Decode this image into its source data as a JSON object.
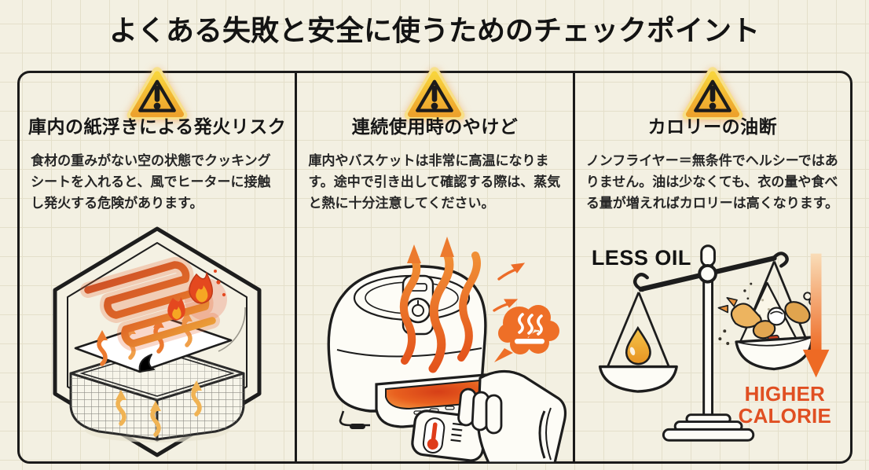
{
  "title": "よくある失敗と安全に使うためのチェックポイント",
  "panels": [
    {
      "id": "paper-fire-risk",
      "icon": "warning-triangle-icon",
      "heading": "庫内の紙浮きによる発火リスク",
      "body": "食材の重みがない空の状態でクッキングシートを入れると、風でヒーターに接触し発火する危険があります。",
      "illustration": "heater-coil-ignites-floating-cooking-sheet-above-mesh-basket"
    },
    {
      "id": "continuous-use-burn",
      "icon": "warning-triangle-icon",
      "heading": "連続使用時のやけど",
      "body": "庫内やバスケットは非常に高温になります。途中で引き出して確認する際は、蒸気と熱に十分注意してください。",
      "illustration": "hand-pulling-hot-air-fryer-basket-with-steam"
    },
    {
      "id": "calorie-caution",
      "icon": "warning-triangle-icon",
      "heading": "カロリーの油断",
      "body": "ノンフライヤー＝無条件でヘルシーではありません。油は少なくても、衣の量や食べる量が増えればカロリーは高くなります。",
      "illustration": "balance-scale-oil-drop-vs-fried-food-bowl",
      "labels": {
        "less_oil": "LESS OIL",
        "higher_calorie": "HIGHER CALORIE"
      }
    }
  ],
  "colors": {
    "paper": "#f3f0e2",
    "grid_line": "#e4dfca",
    "ink": "#1a1a1a",
    "warning_yellow": "#f6ce33",
    "warning_orange": "#eda22c",
    "accent_orange": "#ee6f27",
    "deep_orange": "#e8551f",
    "thermometer_red": "#df3c1b",
    "oil_gold": "#f0b042",
    "higher_calorie_text": "#e04f22"
  }
}
